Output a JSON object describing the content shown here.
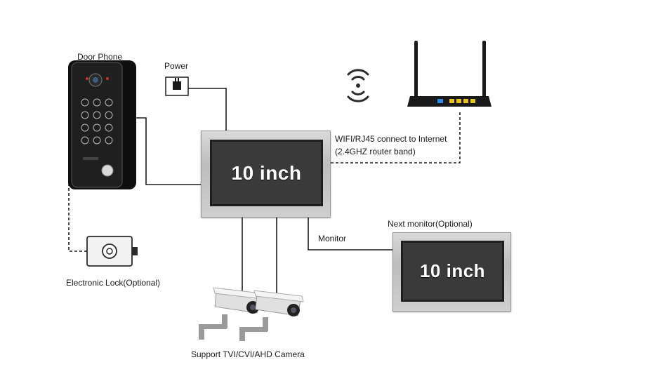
{
  "labels": {
    "door_phone": "Door Phone",
    "power": "Power",
    "wifi_line1": "WIFI/RJ45 connect to Internet",
    "wifi_line2": "(2.4GHZ router band)",
    "next_monitor": "Next monitor(Optional)",
    "monitor": "Monitor",
    "electronic_lock": "Electronic Lock(Optional)",
    "camera": "Support TVI/CVI/AHD Camera"
  },
  "main_monitor": {
    "screen_text": "10 inch"
  },
  "next_monitor_device": {
    "screen_text": "10 inch"
  },
  "icons": [
    "door-phone-keypad-icon",
    "power-adapter-icon",
    "wifi-signal-icon",
    "router-icon",
    "electronic-lock-icon",
    "cctv-camera-icon"
  ],
  "colors": {
    "line": "#1a1a1a",
    "screen": "#3a3a3a",
    "bezel": "#c8c8c8",
    "router_port_blue": "#2a8be0",
    "router_port_yellow": "#e8c21a"
  }
}
